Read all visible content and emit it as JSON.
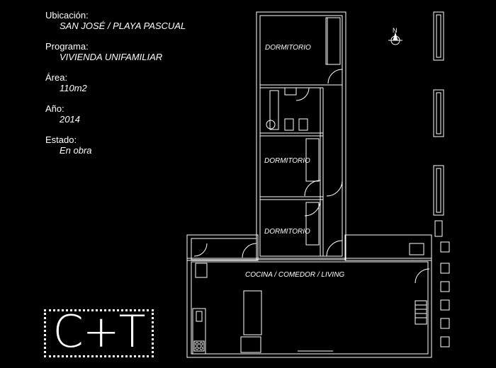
{
  "info": [
    {
      "label": "Ubicación:",
      "value": "SAN JOSÉ / PLAYA PASCUAL"
    },
    {
      "label": "Programa:",
      "value": "VIVIENDA UNIFAMILIAR"
    },
    {
      "label": "Área:",
      "value": "110m2"
    },
    {
      "label": "Año:",
      "value": "2014"
    },
    {
      "label": "Estado:",
      "value": "En obra"
    }
  ],
  "rooms": {
    "dormitorio_1": "DORMITORIO",
    "dormitorio_2": "DORMITORIO",
    "dormitorio_3": "DORMITORIO",
    "living": "COCINA / COMEDOR / LIVING"
  },
  "north": "N",
  "logo": "C+T",
  "colors": {
    "background": "#000000",
    "line": "#ffffff"
  }
}
